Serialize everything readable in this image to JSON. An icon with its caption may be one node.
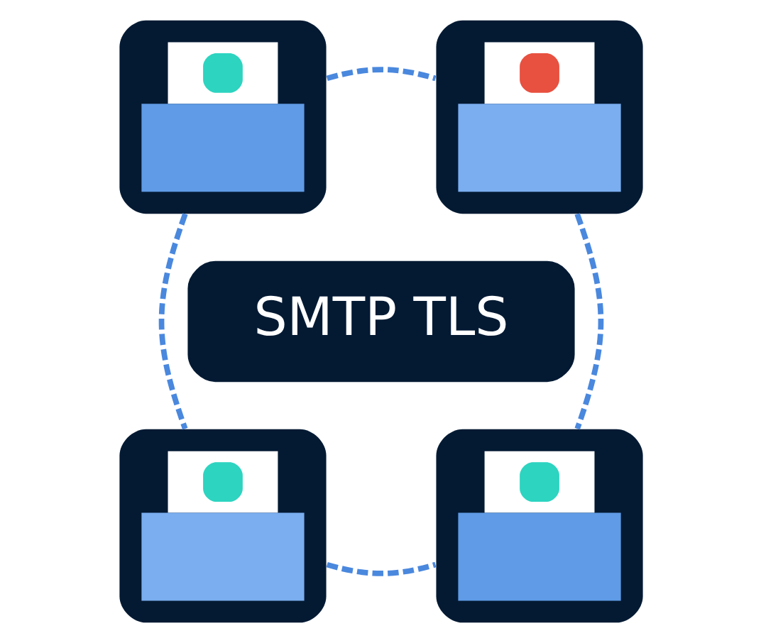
{
  "diagram": {
    "nodes": [
      {
        "text": [],
        "shape": "picture"
      },
      {
        "text": [],
        "shape": "picture"
      },
      {
        "text": [
          "SMTP TLS"
        ]
      },
      {
        "text": [],
        "shape": "picture"
      },
      {
        "text": [],
        "shape": "picture"
      }
    ],
    "edges": [
      {
        "from": 0,
        "to": 1,
        "arrow": "none",
        "style": "dashed"
      },
      {
        "from": 1,
        "to": 4,
        "arrow": "none",
        "style": "dashed"
      },
      {
        "from": 3,
        "to": 4,
        "arrow": "none",
        "style": "dashed"
      },
      {
        "from": 0,
        "to": 3,
        "arrow": "none",
        "style": "dashed"
      }
    ]
  }
}
